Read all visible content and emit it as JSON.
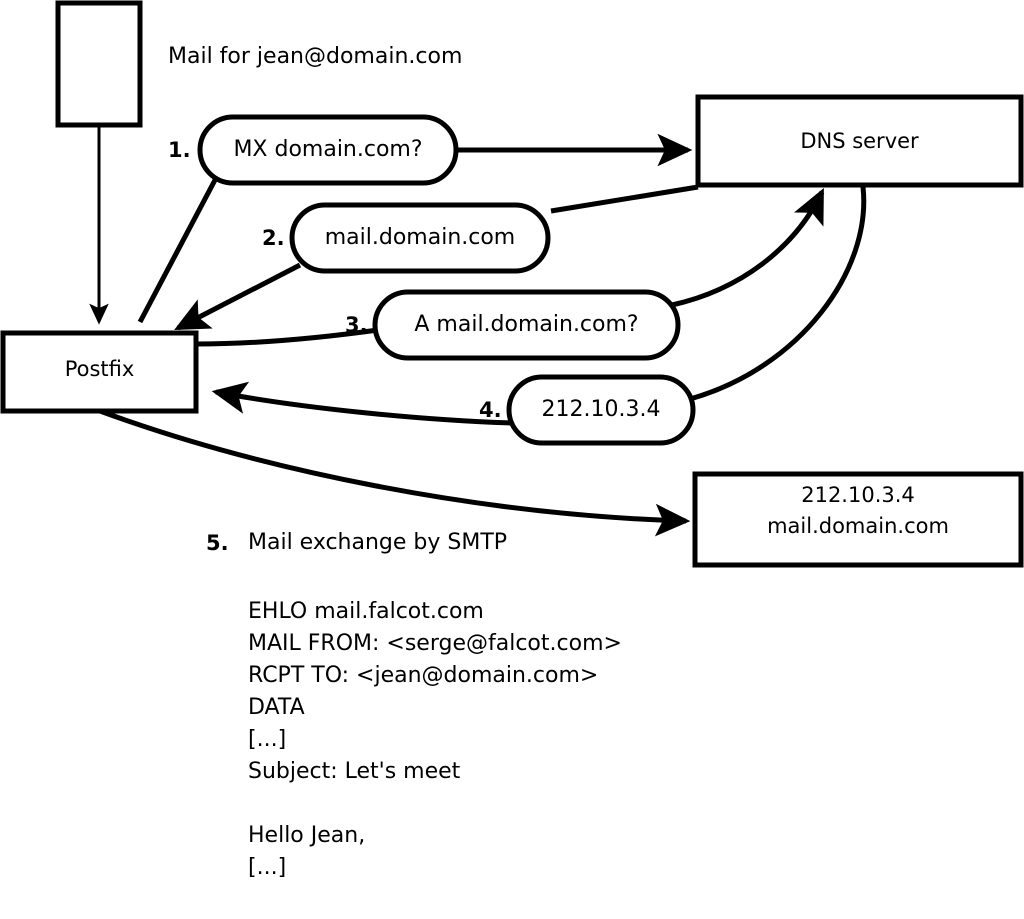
{
  "diagram": {
    "title_text": "Mail for jean@domain.com",
    "nodes": [
      {
        "id": "client-box",
        "label": "",
        "name": "client-box"
      },
      {
        "id": "postfix-box",
        "label": "Postfix",
        "name": "postfix-box"
      },
      {
        "id": "dns-box",
        "label": "DNS server",
        "name": "dns-server-box"
      },
      {
        "id": "mailserver-box",
        "label_line1": "212.10.3.4",
        "label_line2": "mail.domain.com",
        "name": "remote-mail-server-box"
      }
    ],
    "steps": [
      {
        "number": "1.",
        "label": "MX domain.com?"
      },
      {
        "number": "2.",
        "label": "mail.domain.com"
      },
      {
        "number": "3.",
        "label": "A mail.domain.com?"
      },
      {
        "number": "4.",
        "label": "212.10.3.4"
      },
      {
        "number": "5.",
        "label": "Mail exchange by SMTP"
      }
    ],
    "smtp_transcript": [
      "EHLO mail.falcot.com",
      "MAIL FROM: <serge@falcot.com>",
      "RCPT TO: <jean@domain.com>",
      "DATA",
      "[...]",
      "Subject: Let's meet",
      "",
      "Hello Jean,",
      "[...]",
      "",
      "."
    ],
    "colors": {
      "stroke": "#000000",
      "fill": "#ffffff",
      "text": "#000000"
    }
  }
}
